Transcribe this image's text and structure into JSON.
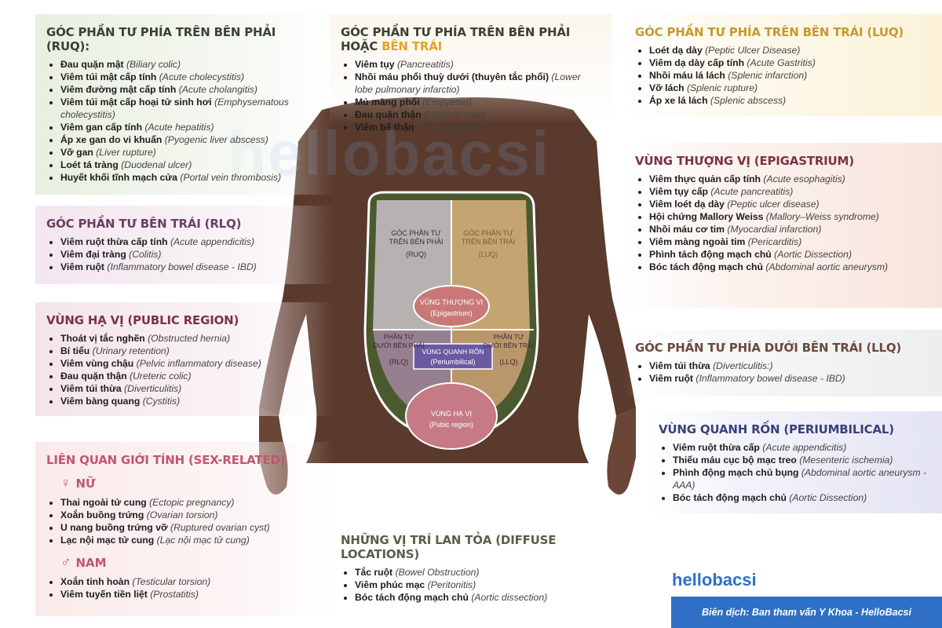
{
  "watermark": "hellobacsi",
  "ruq": {
    "title": "GÓC PHẦN TƯ PHÍA TRÊN BÊN PHẢI (RUQ):",
    "items": [
      {
        "vi": "Đau quặn mật",
        "en": "(Biliary colic)"
      },
      {
        "vi": "Viêm túi mật cấp tính",
        "en": "(Acute cholecystitis)"
      },
      {
        "vi": "Viêm đường mật cấp tính",
        "en": "(Acute cholangitis)"
      },
      {
        "vi": "Viêm túi mật cấp hoại tử sinh hơi",
        "en": "(Emphysematous cholecystitis)"
      },
      {
        "vi": "Viêm gan cấp tính",
        "en": "(Acute hepatitis)"
      },
      {
        "vi": "Áp xe gan do vi khuẩn",
        "en": "(Pyogenic liver abscess)"
      },
      {
        "vi": "Vỡ gan",
        "en": "(Liver rupture)"
      },
      {
        "vi": "Loét tá tràng",
        "en": "(Duodenal ulcer)"
      },
      {
        "vi": "Huyết khối tĩnh mạch cửa",
        "en": "(Portal vein thrombosis)"
      }
    ]
  },
  "rlq": {
    "title": "GÓC PHẦN TƯ BÊN TRÁI (RLQ)",
    "items": [
      {
        "vi": "Viêm ruột thừa cấp tính",
        "en": "(Acute appendicitis)"
      },
      {
        "vi": "Viêm đại tràng",
        "en": "(Colitis)"
      },
      {
        "vi": "Viêm ruột",
        "en": "(Inflammatory bowel disease - IBD)"
      }
    ]
  },
  "pubic": {
    "title": "VÙNG HẠ VỊ (PUBLIC REGION)",
    "items": [
      {
        "vi": "Thoát vị tắc nghẽn",
        "en": "(Obstructed hernia)"
      },
      {
        "vi": "Bí tiểu",
        "en": "(Urinary retention)"
      },
      {
        "vi": "Viêm vùng chậu",
        "en": "(Pelvic inflammatory disease)"
      },
      {
        "vi": "Đau quặn thận",
        "en": "(Ureteric colic)"
      },
      {
        "vi": "Viêm túi thừa",
        "en": "(Diverticulitis)"
      },
      {
        "vi": "Viêm bàng quang",
        "en": "(Cystitis)"
      }
    ]
  },
  "sex": {
    "title": "LIÊN QUAN GIỚI TÍNH (SEX-RELATED)",
    "female_symbol": "♀",
    "female_label": "NỮ",
    "female_items": [
      {
        "vi": "Thai ngoài tử cung",
        "en": "(Ectopic pregnancy)"
      },
      {
        "vi": "Xoắn buồng trứng",
        "en": "(Ovarian torsion)"
      },
      {
        "vi": "U nang buồng trứng vỡ",
        "en": "(Ruptured ovarian cyst)"
      },
      {
        "vi": "Lạc nội mạc tử cung",
        "en": "(Lạc nội mạc tử cung)"
      }
    ],
    "male_symbol": "♂",
    "male_label": "NAM",
    "male_items": [
      {
        "vi": "Xoắn tinh hoàn",
        "en": "(Testicular torsion)"
      },
      {
        "vi": "Viêm tuyến tiền liệt",
        "en": "(Prostatitis)"
      }
    ]
  },
  "center": {
    "title_main": "GÓC PHẦN TƯ PHÍA TRÊN BÊN PHẢI HOẶC",
    "title_accent": "BÊN TRÁI",
    "items": [
      {
        "vi": "Viêm tụy",
        "en": "(Pancreatitis)"
      },
      {
        "vi": "Nhồi máu phổi thuỳ dưới (thuyên tắc phổi)",
        "en": "(Lower lobe pulmonary infarctio)"
      },
      {
        "vi": "Mủ màng phổi",
        "en": "(Empyema)"
      },
      {
        "vi": "Đau quặn thận",
        "en": "(Ureteric colic)"
      },
      {
        "vi": "Viêm bể thận",
        "en": "(Pyelonephritis)"
      }
    ]
  },
  "diffuse": {
    "title": "NHỮNG VỊ TRÍ LAN TỎA (DIFFUSE LOCATIONS)",
    "items": [
      {
        "vi": "Tắc ruột",
        "en": "(Bowel Obstruction)"
      },
      {
        "vi": "Viêm phúc mạc",
        "en": "(Peritonitis)"
      },
      {
        "vi": "Bóc tách động mạch chủ",
        "en": "(Aortic dissection)"
      }
    ]
  },
  "luq": {
    "title": "GÓC PHẦN TƯ PHÍA TRÊN BÊN TRÁI (LUQ)",
    "items": [
      {
        "vi": "Loét dạ dày",
        "en": "(Peptic Ulcer Disease)"
      },
      {
        "vi": "Viêm dạ dày cấp tính",
        "en": "(Acute Gastritis)"
      },
      {
        "vi": "Nhồi máu lá lách",
        "en": "(Splenic infarction)"
      },
      {
        "vi": "Vỡ lách",
        "en": "(Splenic rupture)"
      },
      {
        "vi": "Áp xe lá lách",
        "en": "(Splenic abscess)"
      }
    ]
  },
  "epi": {
    "title": "VÙNG THƯỢNG VỊ (EPIGASTRIUM)",
    "items": [
      {
        "vi": "Viêm thực quản cấp tính",
        "en": "(Acute esophagitis)"
      },
      {
        "vi": "Viêm tụy cấp",
        "en": "(Acute pancreatitis)"
      },
      {
        "vi": "Viêm loét dạ dày",
        "en": "(Peptic ulcer disease)"
      },
      {
        "vi": "Hội chứng Mallory Weiss",
        "en": "(Mallory–Weiss syndrome)"
      },
      {
        "vi": "Nhồi máu cơ tim",
        "en": "(Myocardial infarction)"
      },
      {
        "vi": "Viêm màng ngoài tim",
        "en": "(Pericarditis)"
      },
      {
        "vi": "Phình tách động mạch chủ",
        "en": "(Aortic Dissection)"
      },
      {
        "vi": "Bóc tách động mạch chủ",
        "en": "(Abdominal aortic aneurysm)"
      }
    ]
  },
  "llq": {
    "title": "GÓC PHẦN TƯ PHÍA DƯỚI BÊN TRÁI (LLQ)",
    "items": [
      {
        "vi": "Viêm túi thừa",
        "en": "(Diverticulitis:)"
      },
      {
        "vi": "Viêm ruột",
        "en": "(Inflammatory bowel disease - IBD)"
      }
    ]
  },
  "peri": {
    "title": "VÙNG QUANH RỐN (PERIUMBILICAL)",
    "items": [
      {
        "vi": "Viêm ruột thừa cấp",
        "en": "(Acute appendicitis)"
      },
      {
        "vi": "Thiếu máu cục bộ mạc treo",
        "en": "(Mesenteric ischemia)"
      },
      {
        "vi": "Phình động mạch chủ bụng",
        "en": "(Abdominal aortic aneurysm - AAA)"
      },
      {
        "vi": "Bóc tách động mạch chủ",
        "en": "(Aortic Dissection)"
      }
    ]
  },
  "figure": {
    "ruq_label1": "GÓC PHẦN TƯ",
    "ruq_label2": "TRÊN BÊN PHẢI",
    "ruq_abbr": "(RUQ)",
    "luq_label1": "GÓC PHẦN TƯ",
    "luq_label2": "TRÊN BÊN TRÁI",
    "luq_abbr": "(LUQ)",
    "epi_label": "VÙNG THƯỢNG VỊ",
    "epi_abbr": "(Epigastrium)",
    "rlq_label1": "PHẦN TƯ",
    "rlq_label2": "DƯỚI BÊN PHẢI",
    "rlq_abbr": "(RLQ)",
    "llq_label1": "PHẦN TƯ",
    "llq_label2": "DƯỚI BÊN TRÁI",
    "llq_abbr": "(LLQ)",
    "peri_label": "VÙNG QUANH RỐN",
    "peri_abbr": "(Periumbilical)",
    "pubic_label": "VÙNG HẠ VỊ",
    "pubic_abbr": "(Pubic region)",
    "skin_color": "#5a3a2c",
    "region_green": "#4b5a2e"
  },
  "logo": {
    "part1": "hell",
    "part2": "o",
    "part3": "bacsi"
  },
  "credit": "Biên dịch: Ban tham vấn Y Khoa - HelloBacsi"
}
